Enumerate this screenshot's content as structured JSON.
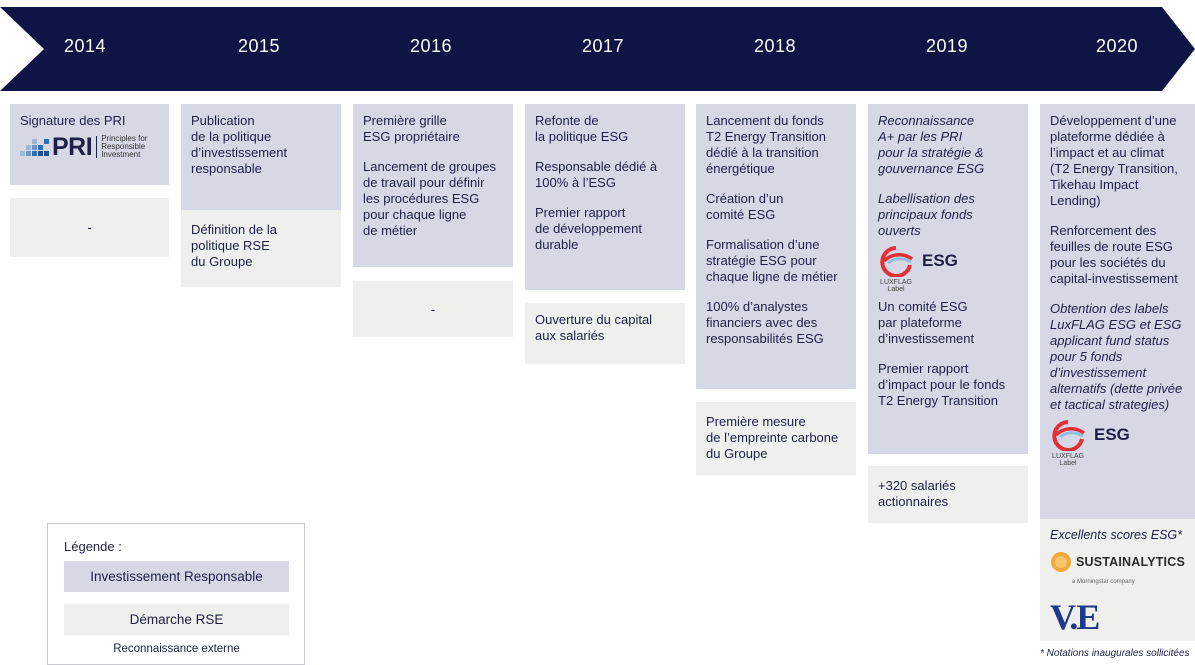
{
  "years": [
    "2014",
    "2015",
    "2016",
    "2017",
    "2018",
    "2019",
    "2020"
  ],
  "colors": {
    "banner": "#0e1545",
    "investissement_responsable": "#d7d8e6",
    "demarche_rse": "#efefee"
  },
  "col2014": {
    "ir_text": "Signature des PRI",
    "pri_logo": {
      "mark": "PRI",
      "sub": [
        "Principles for",
        "Responsible",
        "Investment"
      ]
    },
    "rse_text": "-"
  },
  "col2015": {
    "ir_lines": [
      "Publication",
      "de la politique",
      "d’investissement",
      "responsable"
    ],
    "rse_lines": [
      "Définition de la",
      "politique RSE",
      "du Groupe"
    ]
  },
  "col2016": {
    "ir_p1": [
      "Première grille",
      "ESG propriétaire"
    ],
    "ir_p2": [
      "Lancement de groupes",
      "de travail pour définir",
      "les procédures ESG",
      "pour chaque ligne",
      "de métier"
    ],
    "rse_text": "-"
  },
  "col2017": {
    "ir_p1": [
      "Refonte de",
      "la politique ESG"
    ],
    "ir_p2": [
      "Responsable dédié à",
      "100% à l’ESG"
    ],
    "ir_p3": [
      "Premier rapport",
      "de développement",
      "durable"
    ],
    "rse_lines": [
      "Ouverture du capital",
      "aux salariés"
    ]
  },
  "col2018": {
    "ir_p1": [
      "Lancement du fonds",
      "T2 Energy Transition",
      "dédié à la transition",
      "énergétique"
    ],
    "ir_p2": [
      "Création d’un",
      "comité ESG"
    ],
    "ir_p3": [
      "Formalisation d’une",
      "stratégie ESG pour",
      "chaque ligne de métier"
    ],
    "ir_p4": [
      "100% d’analystes",
      "financiers avec des",
      "responsabilités ESG"
    ],
    "rse_lines": [
      "Première mesure",
      "de l’empreinte carbone",
      "du Groupe"
    ]
  },
  "col2019": {
    "ir_p1_italic": [
      "Reconnaissance",
      "A+ par les PRI",
      "pour la stratégie &",
      "gouvernance ESG"
    ],
    "ir_p2_italic": [
      "Labellisation des",
      "principaux fonds ouverts"
    ],
    "lux": {
      "esg": "ESG",
      "label_lines": [
        "LUXFLAG",
        "Label"
      ]
    },
    "ir_p3": [
      "Un comité ESG",
      "par plateforme",
      "d’investissement"
    ],
    "ir_p4": [
      "Premier rapport",
      "d’impact pour le fonds",
      "T2 Energy Transition"
    ],
    "rse_lines": [
      "+320 salariés",
      "actionnaires"
    ]
  },
  "col2020": {
    "ir_p1": [
      "Développement d’une",
      "plateforme dédiée à",
      "l’impact et au climat",
      "(T2 Energy Transition,",
      "Tikehau Impact Lending)"
    ],
    "ir_p2": [
      "Renforcement des",
      "feuilles de route ESG",
      "pour les sociétés du",
      "capital-investissement"
    ],
    "ir_p3_italic": [
      "Obtention des labels",
      "LuxFLAG ESG et ESG",
      "applicant fund status",
      "pour 5 fonds",
      "d’investissement",
      "alternatifs (dette privée",
      "et tactical strategies)"
    ],
    "lux": {
      "esg": "ESG",
      "label_lines": [
        "LUXFLAG",
        "Label"
      ]
    },
    "ext_title": "Excellents scores ESG*",
    "sustainalytics": {
      "name": "SUSTAINALYTICS",
      "sub": "a Morningstar company"
    },
    "ve_logo": "V.E",
    "footnote": "* Notations inaugurales sollicitées"
  },
  "legend": {
    "title": "Légende :",
    "ir": "Investissement Responsable",
    "rse": "Démarche RSE",
    "ext": "Reconnaissance externe"
  }
}
